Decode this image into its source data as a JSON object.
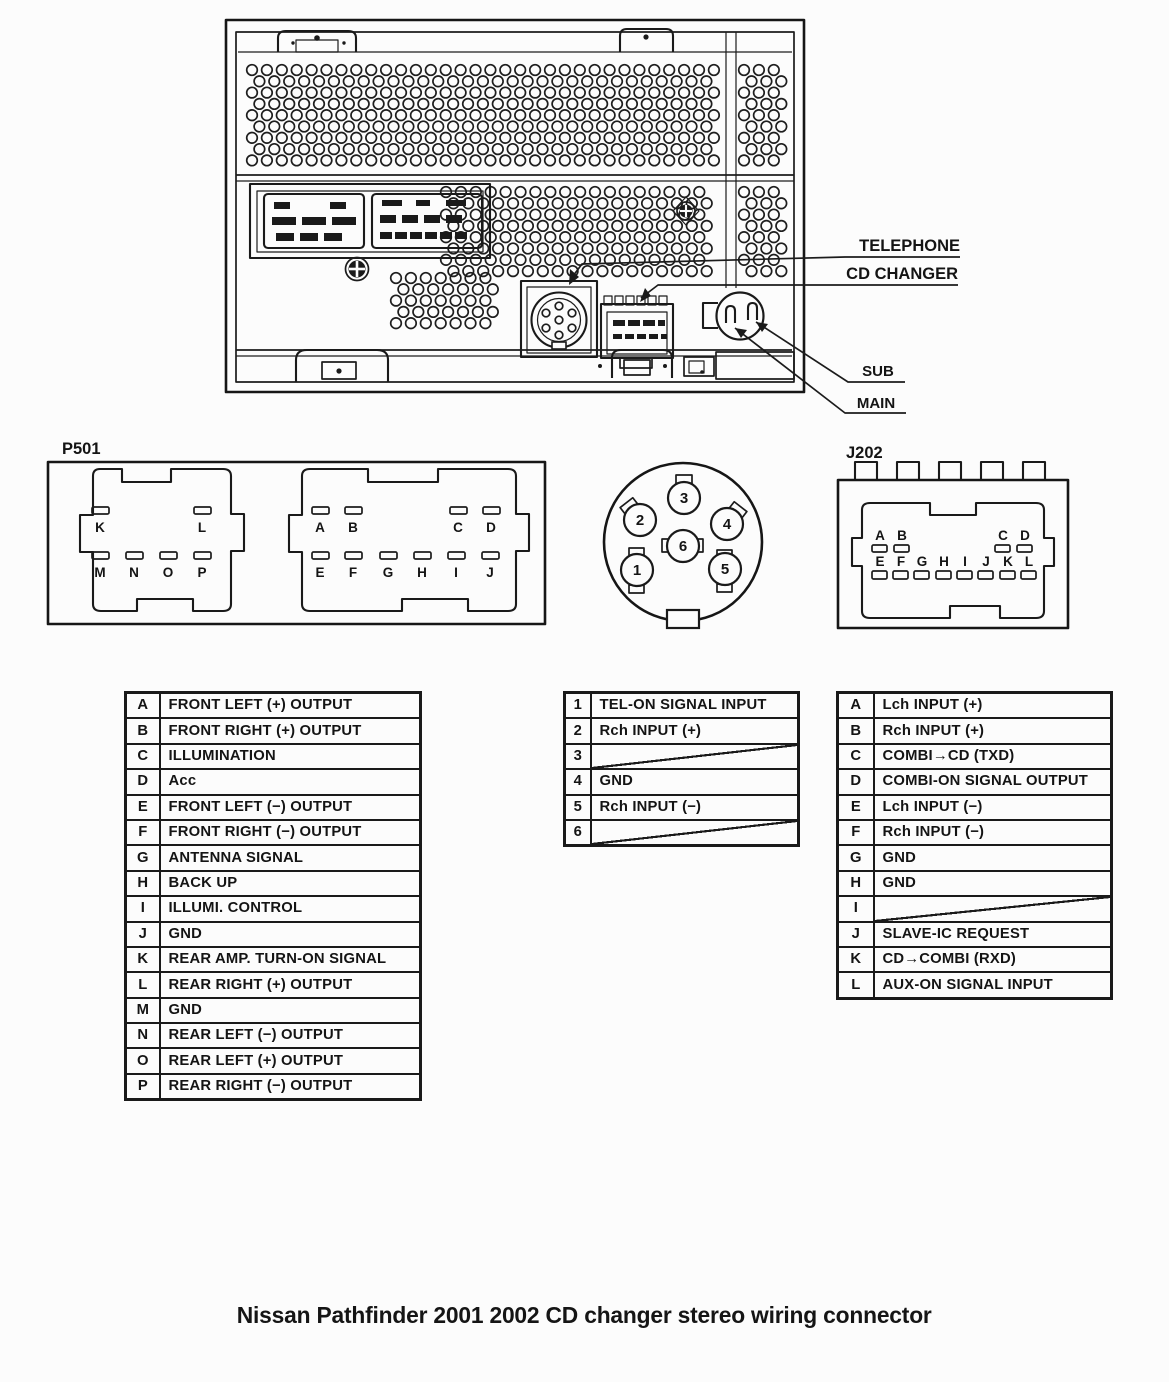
{
  "unit": {
    "telephone_label": "TELEPHONE",
    "cd_changer_label": "CD CHANGER",
    "sub_label": "SUB",
    "main_label": "MAIN"
  },
  "connectors": {
    "p501": {
      "label": "P501",
      "pins_left_top": [
        "K",
        "L"
      ],
      "pins_left_bottom": [
        "M",
        "N",
        "O",
        "P"
      ],
      "pins_right_top": [
        "A",
        "B",
        "C",
        "D"
      ],
      "pins_right_bottom": [
        "E",
        "F",
        "G",
        "H",
        "I",
        "J"
      ]
    },
    "din": {
      "pins": [
        "1",
        "2",
        "3",
        "4",
        "5",
        "6"
      ]
    },
    "j202": {
      "label": "J202",
      "pins_top": [
        "A",
        "B",
        "C",
        "D"
      ],
      "pins_bottom": [
        "E",
        "F",
        "G",
        "H",
        "I",
        "J",
        "K",
        "L"
      ]
    }
  },
  "tables": {
    "p501": [
      {
        "pin": "A",
        "desc": "FRONT LEFT (+) OUTPUT"
      },
      {
        "pin": "B",
        "desc": "FRONT RIGHT (+) OUTPUT"
      },
      {
        "pin": "C",
        "desc": "ILLUMINATION"
      },
      {
        "pin": "D",
        "desc": "Acc"
      },
      {
        "pin": "E",
        "desc": "FRONT LEFT (−) OUTPUT"
      },
      {
        "pin": "F",
        "desc": "FRONT RIGHT (−) OUTPUT"
      },
      {
        "pin": "G",
        "desc": "ANTENNA SIGNAL"
      },
      {
        "pin": "H",
        "desc": "BACK UP"
      },
      {
        "pin": "I",
        "desc": "ILLUMI. CONTROL"
      },
      {
        "pin": "J",
        "desc": "GND"
      },
      {
        "pin": "K",
        "desc": "REAR AMP. TURN-ON SIGNAL"
      },
      {
        "pin": "L",
        "desc": "REAR RIGHT (+) OUTPUT"
      },
      {
        "pin": "M",
        "desc": "GND"
      },
      {
        "pin": "N",
        "desc": "REAR LEFT (−) OUTPUT"
      },
      {
        "pin": "O",
        "desc": "REAR LEFT (+) OUTPUT"
      },
      {
        "pin": "P",
        "desc": "REAR RIGHT (−) OUTPUT"
      }
    ],
    "din": [
      {
        "pin": "1",
        "desc": "TEL-ON SIGNAL INPUT"
      },
      {
        "pin": "2",
        "desc": "Rch INPUT (+)"
      },
      {
        "pin": "3",
        "desc": "",
        "empty": true
      },
      {
        "pin": "4",
        "desc": "GND"
      },
      {
        "pin": "5",
        "desc": "Rch INPUT (−)"
      },
      {
        "pin": "6",
        "desc": "",
        "empty": true
      }
    ],
    "j202": [
      {
        "pin": "A",
        "desc": "Lch INPUT (+)"
      },
      {
        "pin": "B",
        "desc": "Rch INPUT (+)"
      },
      {
        "pin": "C",
        "desc": "COMBI→CD (TXD)"
      },
      {
        "pin": "D",
        "desc": "COMBI-ON SIGNAL OUTPUT"
      },
      {
        "pin": "E",
        "desc": "Lch INPUT (−)"
      },
      {
        "pin": "F",
        "desc": "Rch INPUT (−)"
      },
      {
        "pin": "G",
        "desc": "GND"
      },
      {
        "pin": "H",
        "desc": "GND"
      },
      {
        "pin": "I",
        "desc": "",
        "empty": true
      },
      {
        "pin": "J",
        "desc": "SLAVE-IC REQUEST"
      },
      {
        "pin": "K",
        "desc": "CD→COMBI (RXD)"
      },
      {
        "pin": "L",
        "desc": "AUX-ON SIGNAL INPUT"
      }
    ]
  },
  "caption": "Nissan Pathfinder 2001 2002 CD changer stereo wiring connector"
}
